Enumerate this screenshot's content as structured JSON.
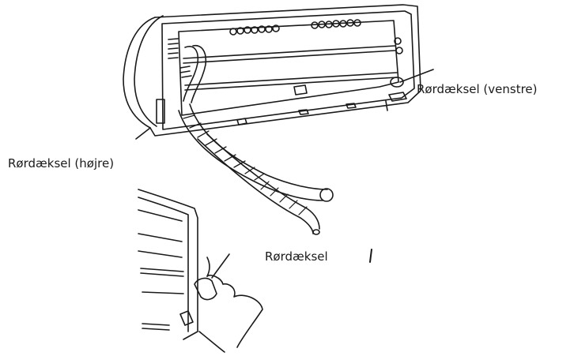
{
  "labels": {
    "pipe_cover_left": "Rørdæksel (venstre)",
    "pipe_cover_right": "Rørdæksel (højre)",
    "pipe_cover": "Rørdæksel"
  },
  "colors": {
    "line": "#1a1a1a",
    "background": "#ffffff"
  }
}
